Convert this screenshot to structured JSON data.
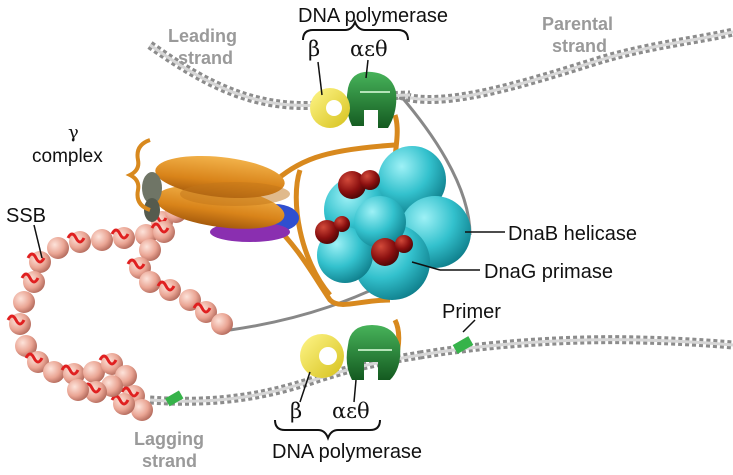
{
  "labels": {
    "dna_polymerase_top": "DNA polymerase",
    "dna_polymerase_bottom": "DNA polymerase",
    "beta_top": "β",
    "beta_bottom": "β",
    "aet_top": "αεθ",
    "aet_bottom": "αεθ",
    "leading_strand_line1": "Leading",
    "leading_strand_line2": "strand",
    "parental_strand_line1": "Parental",
    "parental_strand_line2": "strand",
    "gamma_symbol": "γ",
    "gamma_complex": "complex",
    "ssb": "SSB",
    "dnab_helicase": "DnaB helicase",
    "dnag_primase": "DnaG primase",
    "primer": "Primer",
    "lagging_strand_line1": "Lagging",
    "lagging_strand_line2": "strand"
  },
  "colors": {
    "helicase": "#3cc3cf",
    "primase": "#8b1010",
    "beta_clamp": "#e9de2a",
    "polymerase_core": "#1f7a2e",
    "gamma_orange": "#e0901e",
    "gamma_blue": "#2f4fd0",
    "gamma_purple": "#8a2fb0",
    "ssb": "#e8a79a",
    "ssb_red": "#e02020",
    "dna_gray": "#8c8c8c",
    "primer_green": "#36b34a",
    "tether": "#d8891e",
    "gray_label": "#9a9a9a"
  }
}
